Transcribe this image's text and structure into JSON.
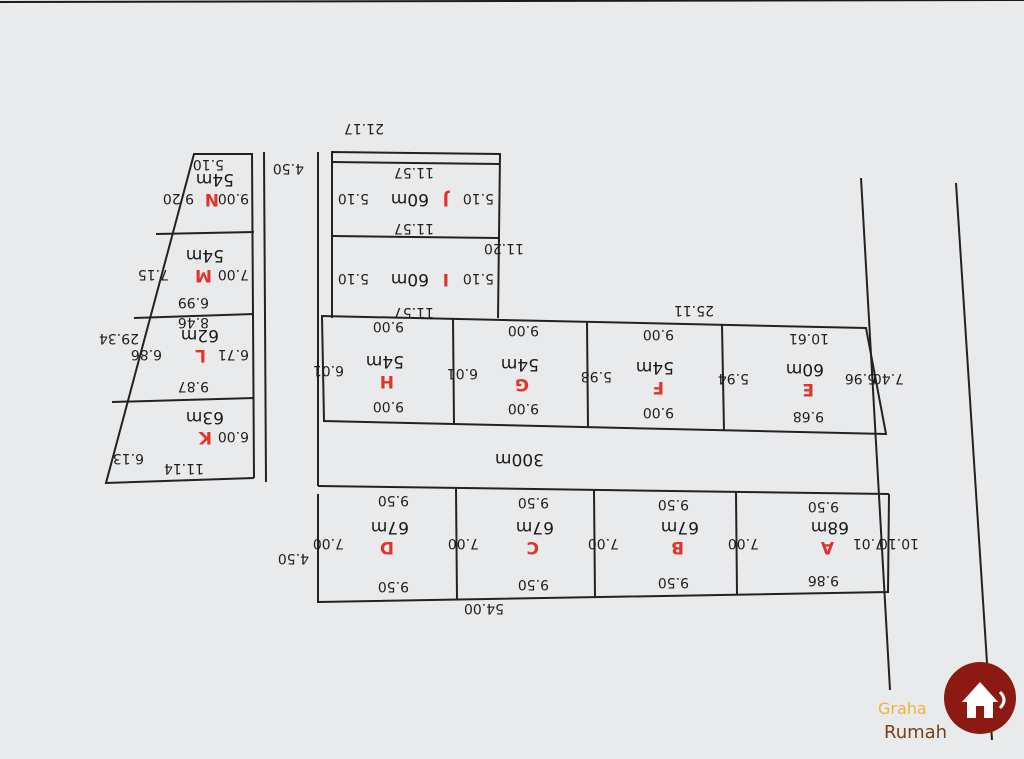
{
  "plan": {
    "road_area": "300m",
    "lots": [
      {
        "id": "A",
        "area": "68m",
        "dims": [
          "9.50",
          "7.00",
          "9.86",
          "7.01"
        ]
      },
      {
        "id": "B",
        "area": "67m",
        "dims": [
          "9.50",
          "7.00",
          "9.50"
        ]
      },
      {
        "id": "C",
        "area": "67m",
        "dims": [
          "9.50",
          "7.00",
          "9.50"
        ]
      },
      {
        "id": "D",
        "area": "67m",
        "dims": [
          "9.50",
          "7.00",
          "9.50"
        ]
      },
      {
        "id": "E",
        "area": "60m",
        "dims": [
          "9.68",
          "5.94",
          "10.61",
          "5.96"
        ]
      },
      {
        "id": "F",
        "area": "54m",
        "dims": [
          "9.00",
          "5.98",
          "9.00"
        ]
      },
      {
        "id": "G",
        "area": "54m",
        "dims": [
          "9.00",
          "6.01",
          "9.00"
        ]
      },
      {
        "id": "H",
        "area": "54m",
        "dims": [
          "9.00",
          "6.01",
          "9.00"
        ]
      },
      {
        "id": "I",
        "area": "60m",
        "dims": [
          "11.57",
          "5.10",
          "5.10"
        ]
      },
      {
        "id": "J",
        "area": "60m",
        "dims": [
          "11.57",
          "5.10",
          "5.10",
          "11.57"
        ]
      },
      {
        "id": "K",
        "area": "63m",
        "dims": [
          "6.00",
          "6.13",
          "11.14"
        ]
      },
      {
        "id": "L",
        "area": "62m",
        "dims": [
          "9.87",
          "6.71",
          "6.86",
          "8.46"
        ]
      },
      {
        "id": "M",
        "area": "54m",
        "dims": [
          "7.00",
          "7.15",
          "6.99"
        ]
      },
      {
        "id": "N",
        "area": "54m",
        "dims": [
          "9.00",
          "9.20",
          "5.10"
        ]
      }
    ],
    "outer_dims": {
      "bottom_total": "54.00",
      "right_a": "10.10",
      "right_b": "7.40",
      "middle_long": "25.11",
      "upper_right": "11.20",
      "top": "21.17",
      "left_side": "29.34",
      "small_road_top": "4.50",
      "small_road_bottom": "4.50"
    }
  },
  "watermark": {
    "line1": "Graha",
    "line2": "Rumah"
  }
}
